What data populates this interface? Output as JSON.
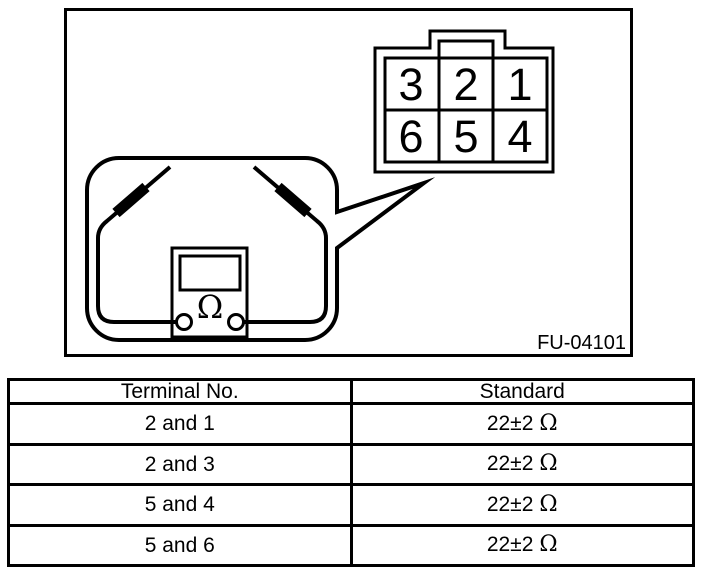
{
  "diagram": {
    "figure_code": "FU-04101",
    "connector": {
      "pins": [
        "3",
        "2",
        "1",
        "6",
        "5",
        "4"
      ]
    },
    "meter": {
      "mode_symbol": "Ω"
    }
  },
  "table": {
    "headers": {
      "terminal": "Terminal No.",
      "standard": "Standard"
    },
    "rows": [
      {
        "terminal": "2 and 1",
        "standard_value": "22±2",
        "standard_unit": "Ω"
      },
      {
        "terminal": "2 and 3",
        "standard_value": "22±2",
        "standard_unit": "Ω"
      },
      {
        "terminal": "5 and 4",
        "standard_value": "22±2",
        "standard_unit": "Ω"
      },
      {
        "terminal": "5 and 6",
        "standard_value": "22±2",
        "standard_unit": "Ω"
      }
    ]
  },
  "colors": {
    "ink": "#000000",
    "background": "#ffffff"
  }
}
